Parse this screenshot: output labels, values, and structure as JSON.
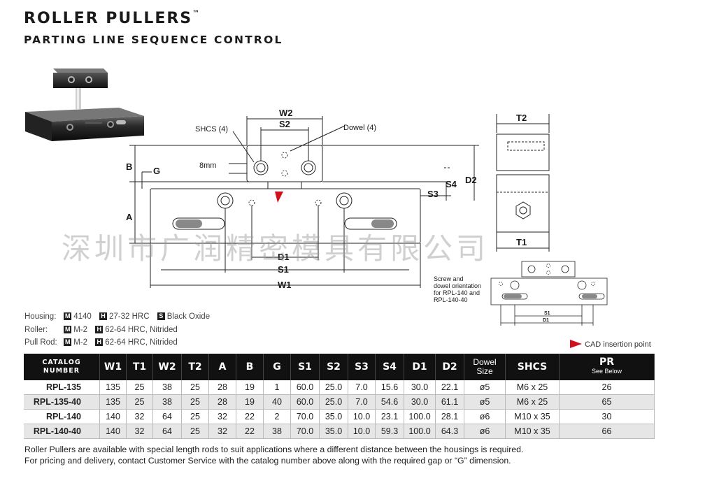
{
  "header": {
    "title": "ROLLER PULLERS",
    "trademark": "™",
    "subtitle": "PARTING LINE SEQUENCE CONTROL"
  },
  "drawing": {
    "labels": {
      "shcs": "SHCS (4)",
      "dowel": "Dowel (4)",
      "w2": "W2",
      "s2": "S2",
      "b": "B",
      "g": "G",
      "mm8": "8mm",
      "a": "A",
      "s4": "S4",
      "d2": "D2",
      "s3": "S3",
      "d1": "D1",
      "s1": "S1",
      "w1": "W1",
      "t2": "T2",
      "t1": "T1",
      "small_s1": "S1",
      "small_d1": "D1"
    },
    "note_lines": [
      "Screw and",
      "dowel orientation",
      "for RPL-140 and",
      "RPL-140-40"
    ],
    "marker_color": "#d0101a"
  },
  "materials": [
    {
      "label": "Housing:",
      "items": [
        {
          "badge": "M",
          "value": "4140"
        },
        {
          "badge": "H",
          "value": "27-32 HRC"
        },
        {
          "badge": "S",
          "value": "Black Oxide"
        }
      ]
    },
    {
      "label": "Roller:",
      "items": [
        {
          "badge": "M",
          "value": "M-2"
        },
        {
          "badge": "H",
          "value": "62-64 HRC, Nitrided"
        }
      ]
    },
    {
      "label": "Pull Rod:",
      "items": [
        {
          "badge": "M",
          "value": "M-2"
        },
        {
          "badge": "H",
          "value": "62-64 HRC, Nitrided"
        }
      ]
    }
  ],
  "cad_legend": "CAD insertion point",
  "table": {
    "headers": {
      "catalog_1": "CATALOG",
      "catalog_2": "NUMBER",
      "w1": "W1",
      "t1": "T1",
      "w2": "W2",
      "t2": "T2",
      "a": "A",
      "b": "B",
      "g": "G",
      "s1": "S1",
      "s2": "S2",
      "s3": "S3",
      "s4": "S4",
      "d1": "D1",
      "d2": "D2",
      "dowel_1": "Dowel",
      "dowel_2": "Size",
      "shcs": "SHCS",
      "pr": "PR",
      "pr_note": "See Below"
    },
    "rows": [
      {
        "name": "RPL-135",
        "w1": "135",
        "t1": "25",
        "w2": "38",
        "t2": "25",
        "a": "28",
        "b": "19",
        "g": "1",
        "s1": "60.0",
        "s2": "25.0",
        "s3": "7.0",
        "s4": "15.6",
        "d1": "30.0",
        "d2": "22.1",
        "dowel": "ø5",
        "shcs": "M6 x 25",
        "pr": "26"
      },
      {
        "name": "RPL-135-40",
        "w1": "135",
        "t1": "25",
        "w2": "38",
        "t2": "25",
        "a": "28",
        "b": "19",
        "g": "40",
        "s1": "60.0",
        "s2": "25.0",
        "s3": "7.0",
        "s4": "54.6",
        "d1": "30.0",
        "d2": "61.1",
        "dowel": "ø5",
        "shcs": "M6 x 25",
        "pr": "65"
      },
      {
        "name": "RPL-140",
        "w1": "140",
        "t1": "32",
        "w2": "64",
        "t2": "25",
        "a": "32",
        "b": "22",
        "g": "2",
        "s1": "70.0",
        "s2": "35.0",
        "s3": "10.0",
        "s4": "23.1",
        "d1": "100.0",
        "d2": "28.1",
        "dowel": "ø6",
        "shcs": "M10 x 35",
        "pr": "30"
      },
      {
        "name": "RPL-140-40",
        "w1": "140",
        "t1": "32",
        "w2": "64",
        "t2": "25",
        "a": "32",
        "b": "22",
        "g": "38",
        "s1": "70.0",
        "s2": "35.0",
        "s3": "10.0",
        "s4": "59.3",
        "d1": "100.0",
        "d2": "64.3",
        "dowel": "ø6",
        "shcs": "M10 x 35",
        "pr": "66"
      }
    ]
  },
  "footnotes": [
    "Roller Pullers are available with special length rods to suit applications where a different distance between the housings is required.",
    "For pricing and delivery, contact Customer Service with the catalog number above along with the required gap or “G” dimension."
  ],
  "watermark": "深圳市广润精密模具有限公司"
}
